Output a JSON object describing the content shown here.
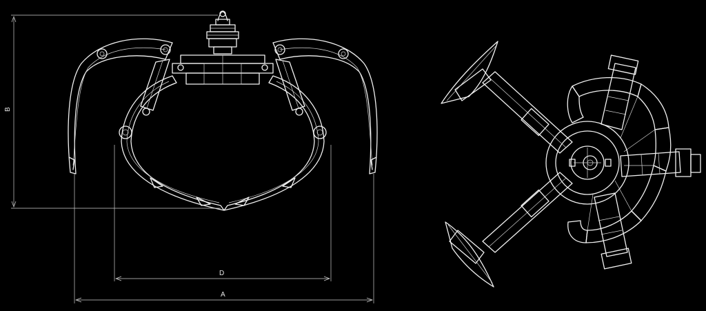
{
  "drawing": {
    "front_view": {
      "dimension_labels": {
        "width_a": "A",
        "opening_d": "D",
        "height_b": "B"
      }
    },
    "top_view": {}
  },
  "colors": {
    "background": "#000000",
    "line": "#f2f2f2"
  }
}
